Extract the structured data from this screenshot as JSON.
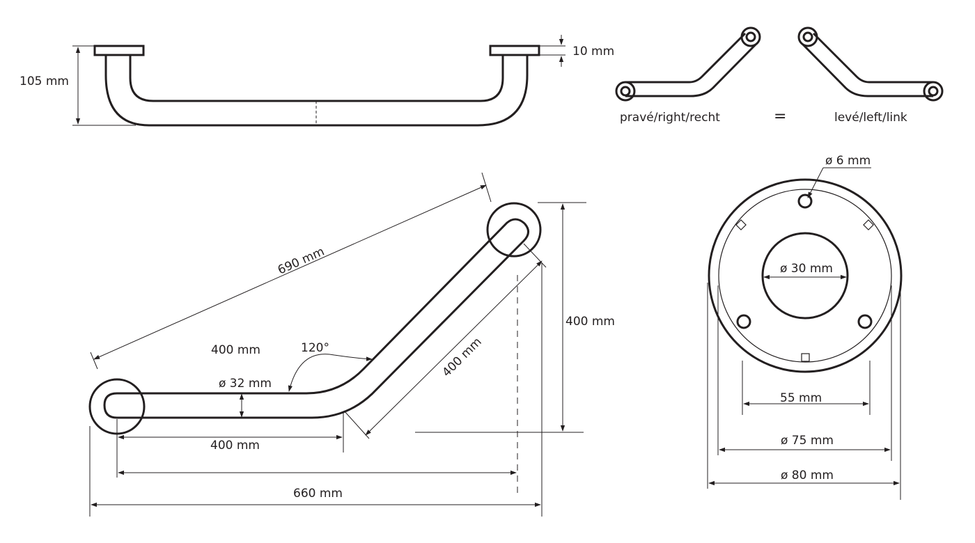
{
  "side_view": {
    "height_label": "105 mm",
    "flange_label": "10 mm"
  },
  "orientation": {
    "right_label": "pravé/right/recht",
    "equals": "=",
    "left_label": "levé/left/link"
  },
  "front_view": {
    "diagonal_label": "690 mm",
    "height_label": "400 mm",
    "top_arm_label": "400 mm",
    "angle_label": "120°",
    "diameter_label": "ø 32 mm",
    "bottom_segment_label": "400 mm",
    "angled_segment_label": "400 mm",
    "width_label": "660 mm"
  },
  "rosette": {
    "hole_label": "ø 6 mm",
    "inner_label": "ø 30 mm",
    "pitch_label": "55 mm",
    "middle_label": "ø 75 mm",
    "outer_label": "ø 80 mm"
  }
}
